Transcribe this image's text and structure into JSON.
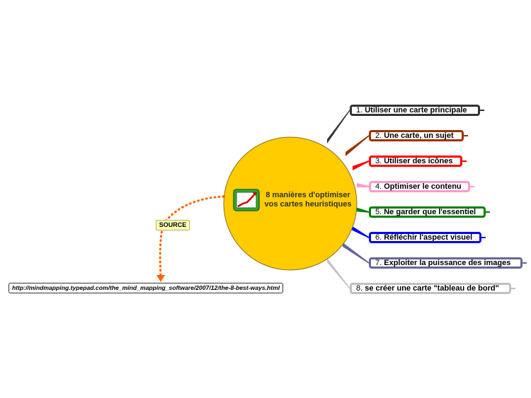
{
  "center": {
    "title_line1": "8 manières d'optimiser",
    "title_line2": "vos cartes heuristiques",
    "fill": "#ffcc00",
    "icon": "growth-chart-icon"
  },
  "branches": [
    {
      "num": "1.",
      "label": "Utiliser une carte principale",
      "color": "#333333"
    },
    {
      "num": "2.",
      "label": "Une carte, un sujet",
      "color": "#993300"
    },
    {
      "num": "3.",
      "label": "Utiliser des icônes",
      "color": "#ff0000"
    },
    {
      "num": "4.",
      "label": "Optimiser le contenu",
      "color": "#ff99cc"
    },
    {
      "num": "5.",
      "label": "Ne garder que l'essentiel",
      "color": "#008000"
    },
    {
      "num": "6.",
      "label": "Réfléchir l'aspect visuel",
      "color": "#0000ff"
    },
    {
      "num": "7.",
      "label": "Exploiter la puissance des images",
      "color": "#666699"
    },
    {
      "num": "8.",
      "label": "se créer une carte \"tableau de bord\"",
      "color": "#c0c0c0"
    }
  ],
  "source": {
    "label": "SOURCE",
    "url": "http://mindmapping.typepad.com/the_mind_mapping_software/2007/12/the-8-best-ways.html",
    "link_color": "#ff6600"
  }
}
